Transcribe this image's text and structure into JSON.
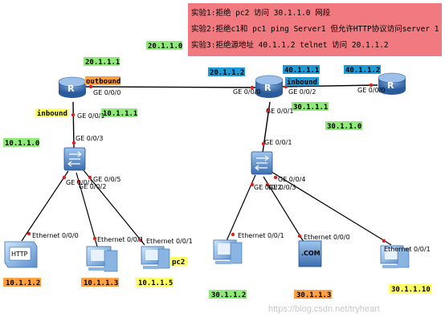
{
  "notes": [
    "实验1:拒绝 pc2 访问 30.1.1.0 网段",
    "实验2:拒绝c1和 pc1  ping Server1 但允许HTTP协议访问server 1",
    "实验3:拒绝源地址 40.1.1.2 telnet 访问 20.1.1.2"
  ],
  "note_bg_color": "#f07a80",
  "label_colors": {
    "green": "#8fea7a",
    "orange": "#ffa040",
    "yellow": "#ffff66",
    "blue": "#1e9ad6"
  },
  "tags": {
    "r1_ip_top": "20.1.1.1",
    "net_20": "20.1.1.0",
    "r1_outbound": "outbound",
    "r1_inbound": "inbound",
    "r1_ip_right": "10.1.1.1",
    "net_10": "10.1.1.0",
    "r2_ip_left": "20.1.1.2",
    "r2_ip_top": "40.1.1.1",
    "r2_inbound": "inbound",
    "r2_ip_bottom": "30.1.1.1",
    "net_30": "30.1.1.0",
    "r3_ip": "40.1.1.2",
    "host_10_2": "10.1.1.2",
    "host_10_3": "10.1.1.3",
    "host_10_5": "10.1.1.5",
    "pc2": "pc2",
    "host_30_2": "30.1.1.2",
    "host_30_3": "30.1.1.3",
    "host_30_10": "30.1.1.10"
  },
  "ports": {
    "r1_e000": "GE 0/0/0",
    "r1_e001": "GE 0/0/1",
    "r2_e000": "GE 0/0/0",
    "r2_e002": "GE 0/0/2",
    "r2_e001": "GE 0/0/1",
    "r3_e000": "GE 0/0/0",
    "sw1_e003": "GE 0/0/3",
    "sw1_e001": "GE 0/0/1",
    "sw1_e002": "GE 0/0/2",
    "sw1_e005": "GE 0/0/5",
    "sw2_e001": "GE 0/0/1",
    "sw2_e002": "GE 0/0/2",
    "sw2_e003": "GE 0/0/3",
    "sw2_e004": "GE 0/0/4",
    "eth_http": "Ethernet 0/0/0",
    "eth_pc1": "Ethernet 0/0/1",
    "eth_pc2": "Ethernet 0/0/1",
    "eth_pc30": "Ethernet 0/0/1",
    "eth_server": "Ethernet 0/0/0",
    "eth_pc3010": "Ethernet 0/0/1"
  },
  "device_text": {
    "http_server": "HTTP",
    "dns_server": ".COM"
  },
  "watermark": "https://blog.csdn.net/tryheart"
}
